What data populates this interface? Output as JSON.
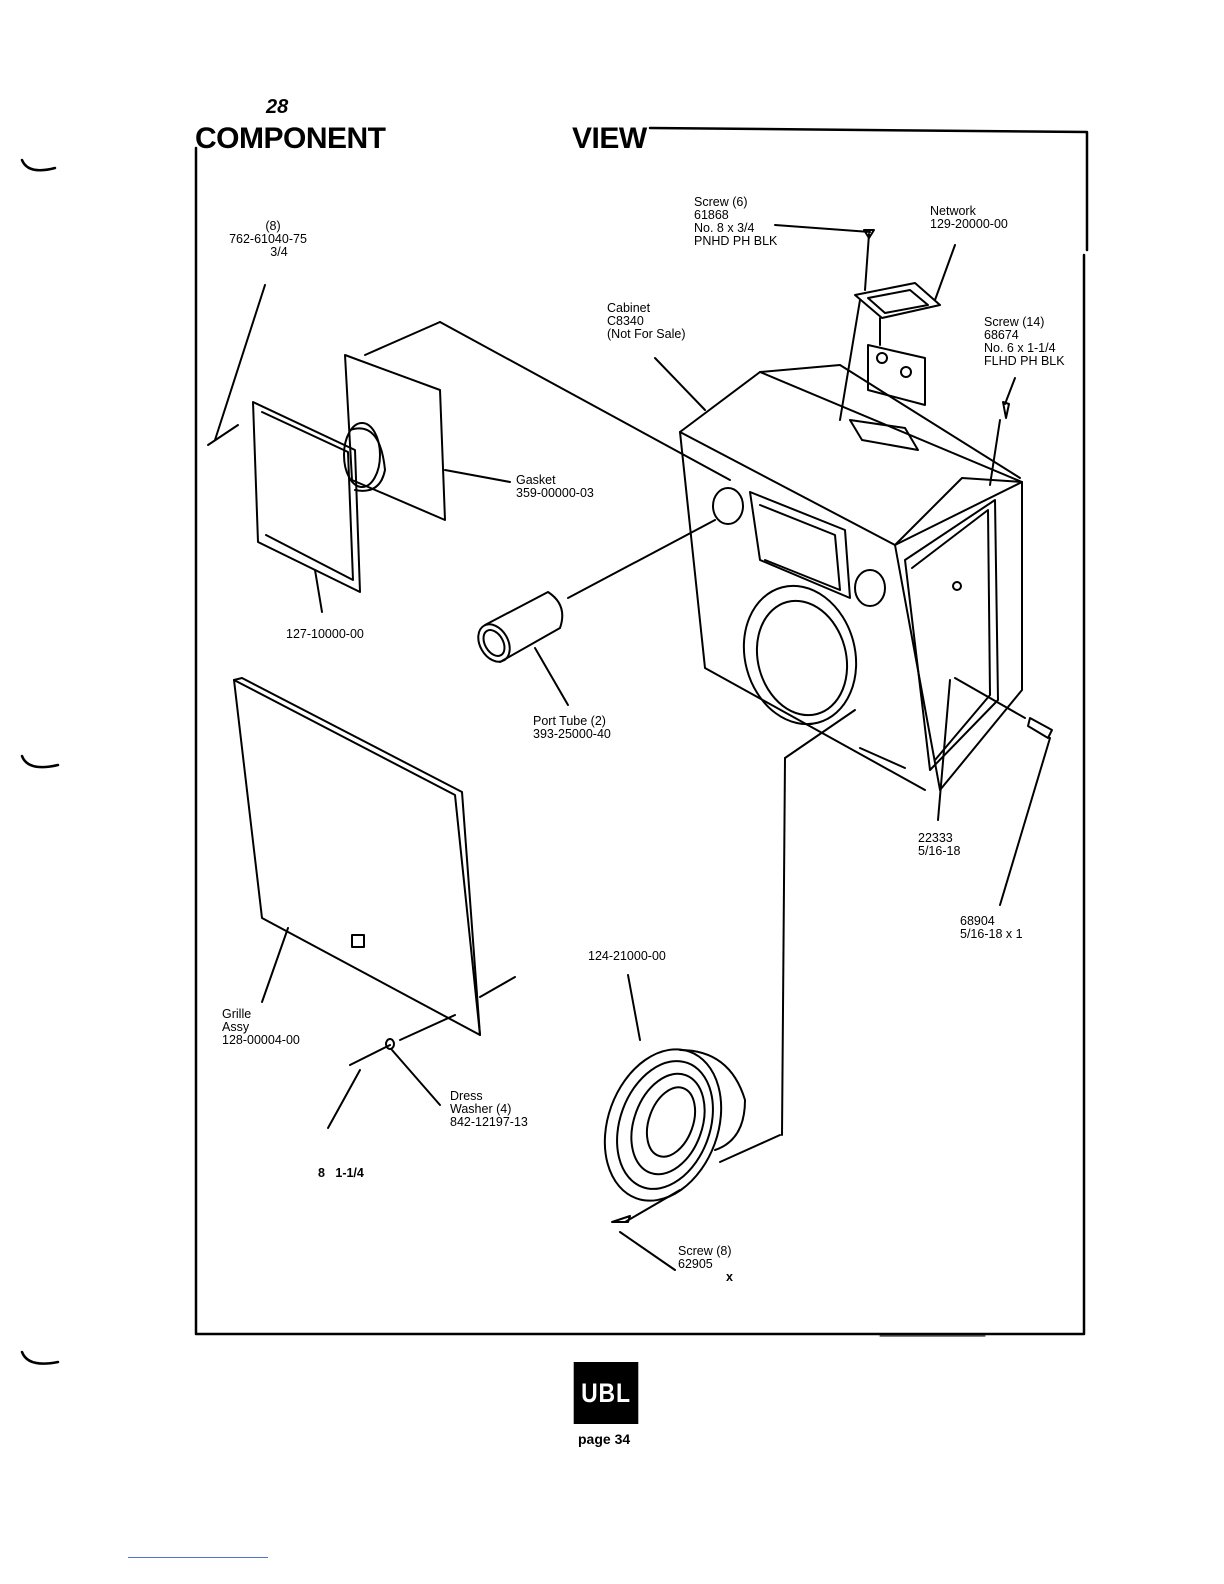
{
  "header": {
    "page_number": "28",
    "title_left": "COMPONENT",
    "title_right": "VIEW"
  },
  "labels": {
    "screw_top": [
      "Screw (6)",
      "61868",
      "No. 8 x 3/4",
      "PNHD PH BLK"
    ],
    "network": [
      "Network",
      "129-20000-00"
    ],
    "screw_right": [
      "Screw (14)",
      "68674",
      "No. 6 x 1-1/4",
      "FLHD PH BLK"
    ],
    "cabinet": [
      "Cabinet",
      "C8340",
      "(Not For Sale)"
    ],
    "horn_screw": [
      "(8)",
      "762-61040-75",
      "3/4"
    ],
    "gasket": [
      "Gasket",
      "359-00000-03"
    ],
    "horn": "127-10000-00",
    "port_tube": [
      "Port Tube (2)",
      "393-25000-40"
    ],
    "nut": [
      "22333",
      "5/16-18"
    ],
    "bolt": [
      "68904",
      "5/16-18 x 1"
    ],
    "woofer": "124-21000-00",
    "grille": [
      "Grille",
      "Assy",
      "128-00004-00"
    ],
    "dress_washer": [
      "Dress",
      "Washer (4)",
      "842-12197-13"
    ],
    "grille_screw": "8   1-1/4",
    "woofer_screw": [
      "Screw (8)",
      "62905"
    ],
    "woofer_screw_x": "x"
  },
  "footer": {
    "logo_text": "UBL",
    "page_label": "page 34"
  }
}
